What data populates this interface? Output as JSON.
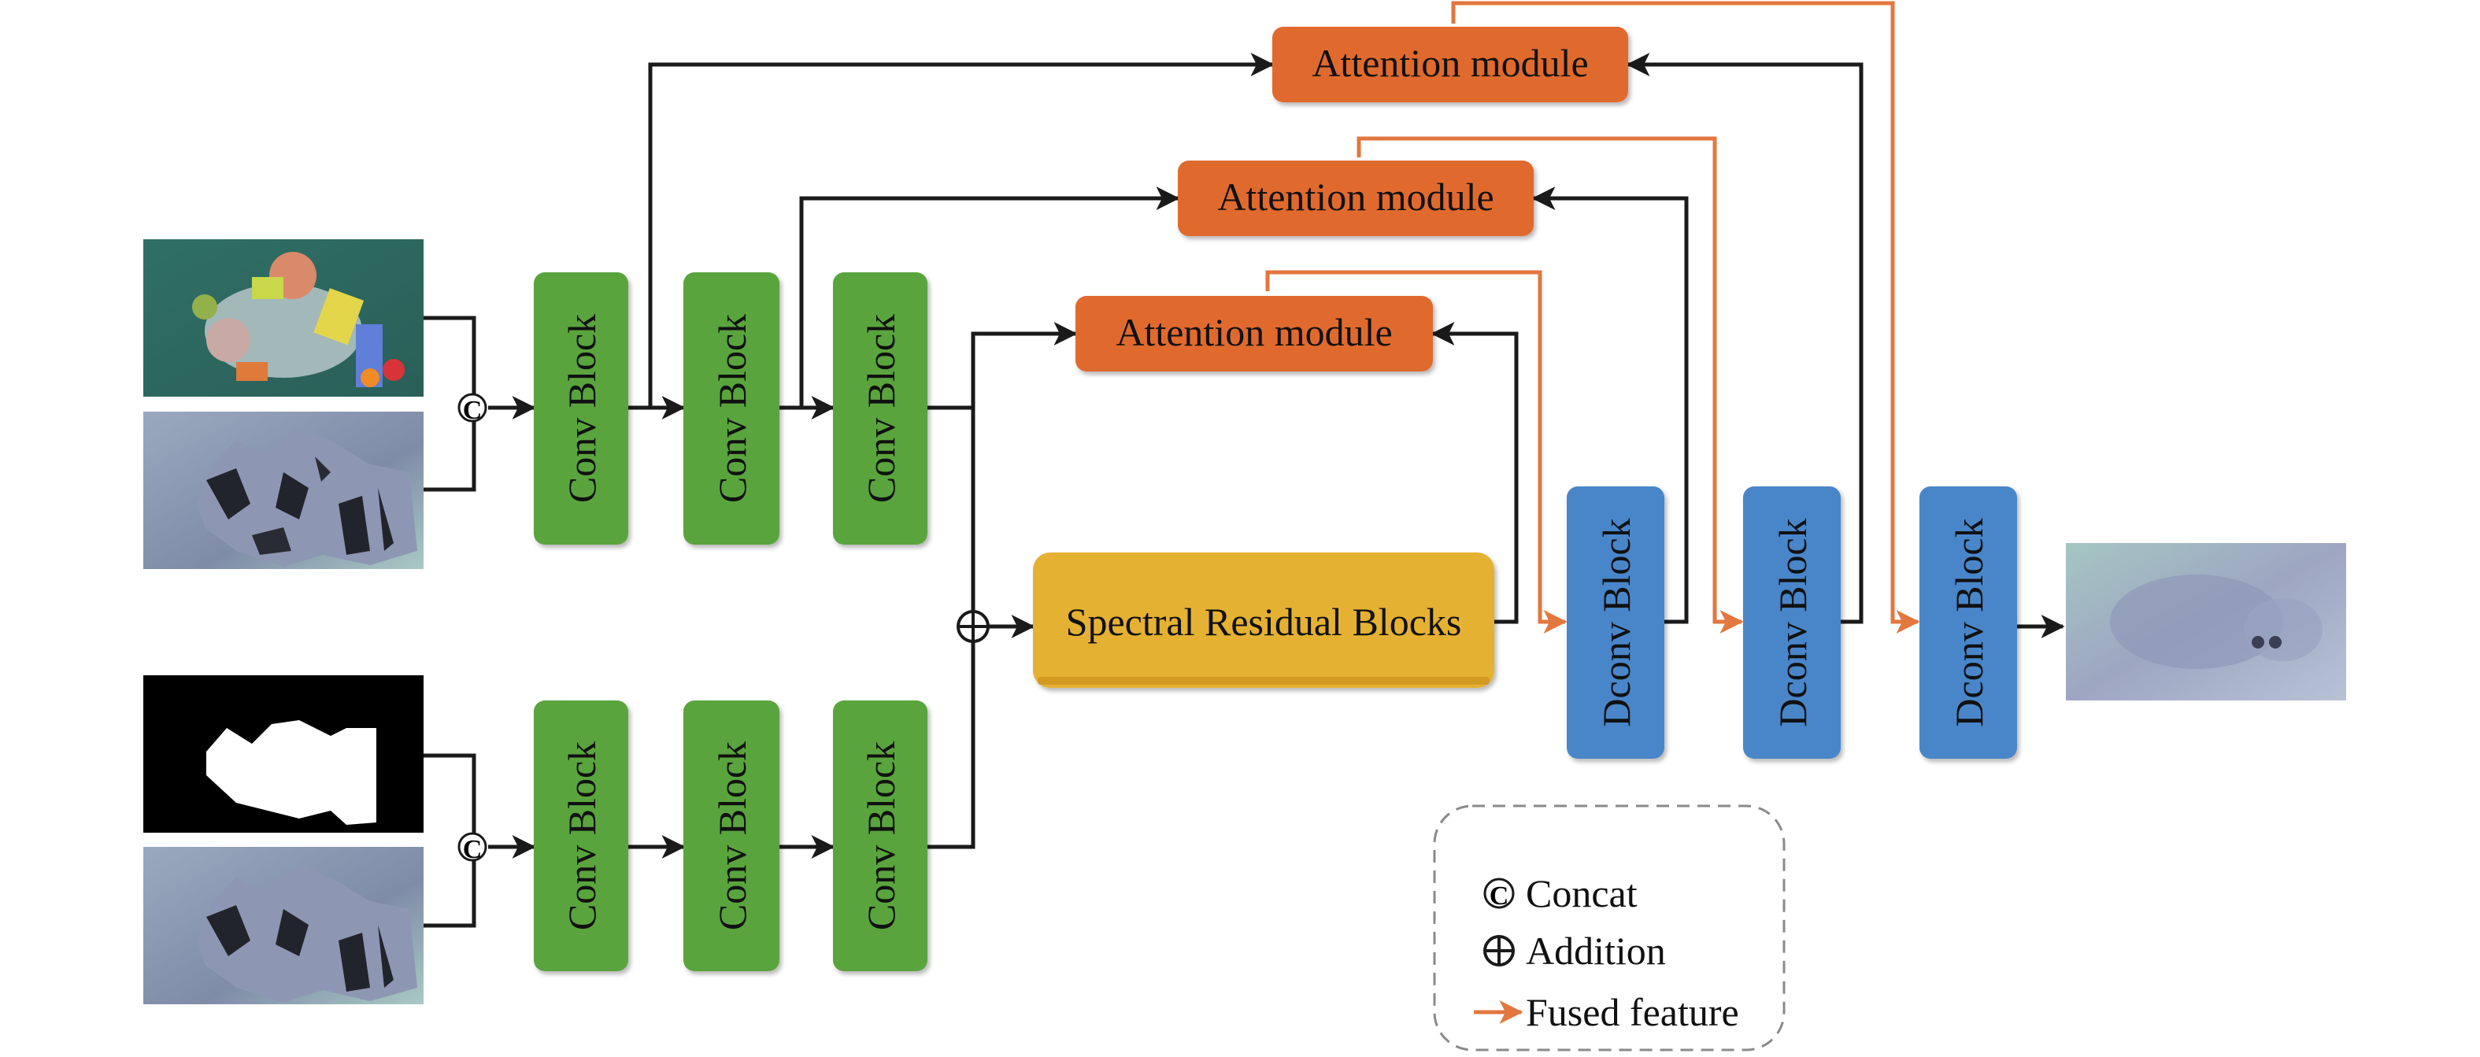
{
  "blocks": {
    "conv_label": "Conv Block",
    "dconv_label": "Dconv Block",
    "attention_label": "Attention module",
    "spectral_label": "Spectral Residual Blocks"
  },
  "symbols": {
    "concat": "C"
  },
  "legend": {
    "concat": "Concat",
    "addition": "Addition",
    "fused": "Fused feature"
  },
  "colors": {
    "conv": "#5aa43d",
    "attention": "#e06a2f",
    "dconv": "#4a86c9",
    "spectral": "#e5b131",
    "fused_arrow": "#e2773f"
  },
  "icons": {
    "concat": "circled-c-icon",
    "addition": "circled-plus-icon",
    "fused": "orange-arrow-icon"
  }
}
